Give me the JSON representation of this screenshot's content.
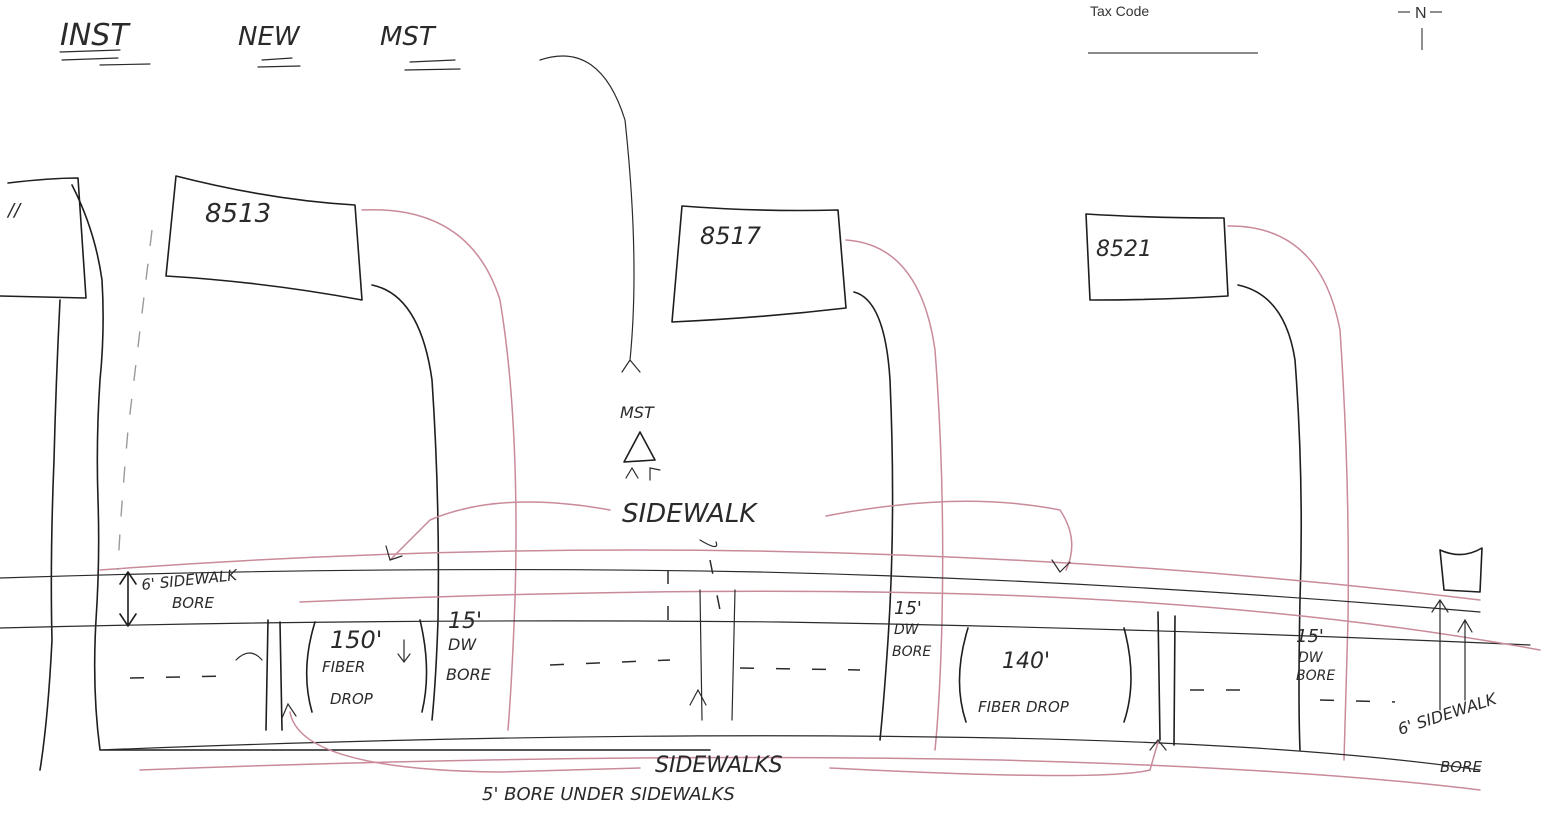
{
  "header": {
    "inst": "INST",
    "new": "NEW",
    "mst": "MST",
    "tax_code_label": "Tax Code",
    "north_label": "N"
  },
  "left_edge_mark": "//",
  "lots": [
    {
      "number": "8513"
    },
    {
      "number": "8517"
    },
    {
      "number": "8521"
    }
  ],
  "mst_marker": {
    "label": "MST"
  },
  "sidewalk_label": "SIDEWALK",
  "annotations": {
    "sidewalk_bore_top_line1": "6' SIDEWALK",
    "sidewalk_bore_top_line2": "BORE",
    "fiber_drop_1_length": "150'",
    "fiber_drop_1_word1": "FIBER",
    "fiber_drop_1_word2": "DROP",
    "dw_bore_1_len": "15'",
    "dw_bore_1_a": "DW",
    "dw_bore_1_b": "BORE",
    "dw_bore_2_len": "15'",
    "dw_bore_2_a": "DW",
    "dw_bore_2_b": "BORE",
    "fiber_drop_2_length": "140'",
    "fiber_drop_2_word": "FIBER DROP",
    "dw_bore_3_len": "15'",
    "dw_bore_3_a": "DW",
    "dw_bore_3_b": "BORE",
    "sidewalk_bore_right_line1": "6' SIDEWALK",
    "sidewalk_bore_right_line2": "BORE"
  },
  "bottom": {
    "sidewalks_label": "SIDEWALKS",
    "bore_note": "5' BORE UNDER SIDEWALKS"
  }
}
